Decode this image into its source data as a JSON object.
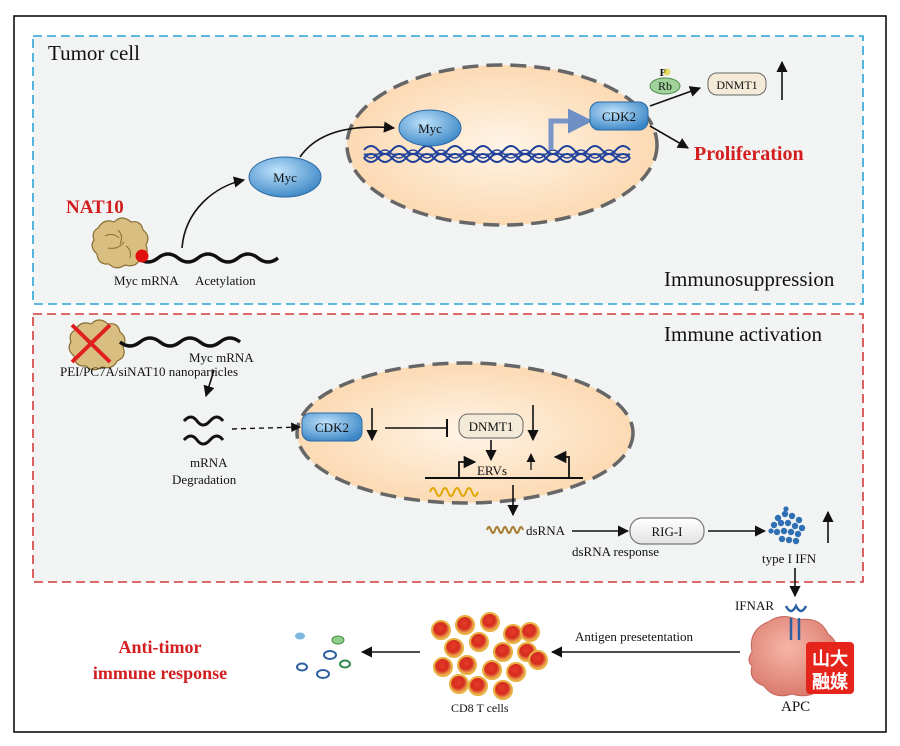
{
  "panels": {
    "top": {
      "title": "Tumor cell",
      "label": "Immunosuppression",
      "border_color": "#2aa3d6"
    },
    "middle": {
      "label": "Immune activation",
      "border_color": "#d43a3a"
    }
  },
  "top": {
    "nat10": "NAT10",
    "mrna_label": "Myc mRNA",
    "acetylation": "Acetylation",
    "myc_cytoplasm": "Myc",
    "myc_nucleus": "Myc",
    "cdk2": "CDK2",
    "rb": "Rb",
    "rb_p": "P",
    "dnmt1": "DNMT1",
    "proliferation": "Proliferation"
  },
  "middle": {
    "nanoparticles": "PEI/PC7A/siNAT10 nanoparticles",
    "myc_mrna": "Myc mRNA",
    "mrna_deg_line1": "mRNA",
    "mrna_deg_line2": "Degradation",
    "cdk2": "CDK2",
    "dnmt1": "DNMT1",
    "ervs": "ERVs",
    "dsrna": "dsRNA",
    "dsrna_response": "dsRNA response",
    "rig_i": "RIG-I",
    "type_i_ifn": "type I IFN"
  },
  "bottom": {
    "ifnar": "IFNAR",
    "apc": "APC",
    "antigen": "Antigen presetentation",
    "cd8": "CD8 T cells",
    "anti_line1": "Anti-timor",
    "anti_line2": "immune response"
  },
  "watermark": {
    "line1": "山大",
    "line2": "融媒"
  },
  "colors": {
    "accent_red": "#d21e1e",
    "nucleus_fill": "#fde4c8",
    "protein_blue": "#4a90c8",
    "panel_bg": "#f2f4f4"
  }
}
